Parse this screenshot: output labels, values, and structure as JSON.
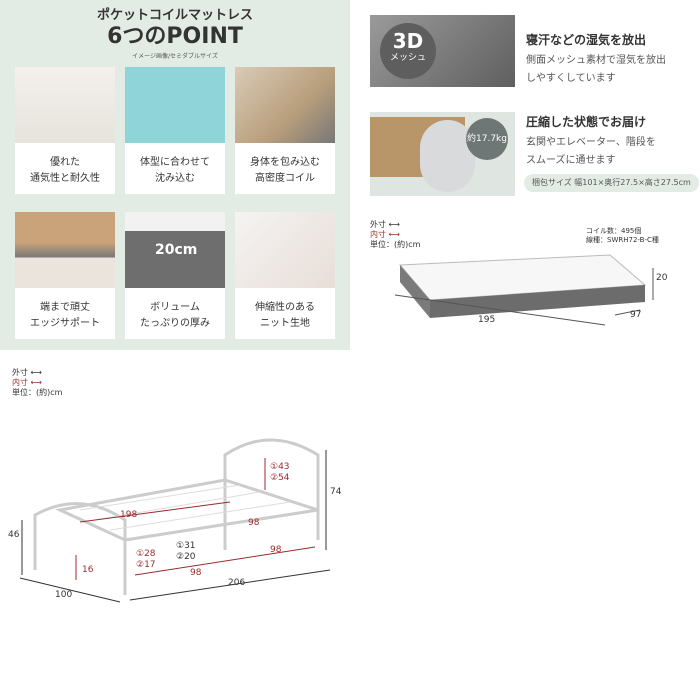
{
  "points": {
    "title": "ポケットコイルマットレス",
    "headline": "6つのPOINT",
    "note": "イメージ画像/セミダブルサイズ",
    "items": [
      {
        "line1": "優れた",
        "line2": "通気性と耐久性"
      },
      {
        "line1": "体型に合わせて",
        "line2": "沈み込む"
      },
      {
        "line1": "身体を包み込む",
        "line2": "高密度コイル"
      },
      {
        "line1": "端まで頑丈",
        "line2": "エッジサポート"
      },
      {
        "line1": "ボリューム",
        "line2": "たっぷりの厚み"
      },
      {
        "line1": "伸縮性のある",
        "line2": "ニット生地"
      }
    ],
    "badge_thickness": "20cm"
  },
  "features": [
    {
      "badge": "3D",
      "badge_sub": "メッシュ",
      "title": "寝汗などの湿気を放出",
      "line1": "側面メッシュ素材で湿気を放出",
      "line2": "しやすくしています"
    },
    {
      "badge": "約17.7kg",
      "title": "圧縮した状態でお届け",
      "line1": "玄関やエレベーター、階段を",
      "line2": "スムーズに通せます",
      "package": "梱包サイズ 幅101×奥行27.5×高さ27.5cm"
    }
  ],
  "mattress_diagram": {
    "legend_outer": "外寸",
    "legend_inner": "内寸",
    "unit": "単位：(約)cm",
    "coils": "コイル数：495個",
    "wire": "線種：SWRH72-B-C種",
    "length": "195",
    "width": "97",
    "height": "20"
  },
  "bed_diagram": {
    "legend_outer": "外寸",
    "legend_inner": "内寸",
    "unit": "単位：(約)cm",
    "dims": {
      "total_height": "74",
      "headboard_inner": "①43 ②54",
      "foot_height": "46",
      "inner_length": "198",
      "inner_width_top": "98",
      "under_height": "①28 ②17",
      "slat_height": "①31 ②20",
      "leg_clearance": "16",
      "inner_width_bottom": "98",
      "inner_width_front": "98",
      "width": "100",
      "length": "206"
    }
  },
  "colors": {
    "panel": "#e3ebe5",
    "inner": "#9b2b2b"
  }
}
